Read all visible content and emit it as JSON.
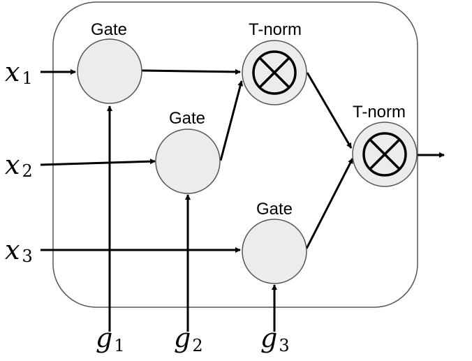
{
  "labels": {
    "gate": "Gate",
    "tnorm": "T-norm"
  },
  "inputs": [
    {
      "var": "x",
      "sub": "1"
    },
    {
      "var": "x",
      "sub": "2"
    },
    {
      "var": "x",
      "sub": "3"
    }
  ],
  "gate_inputs": [
    {
      "var": "g",
      "sub": "1"
    },
    {
      "var": "g",
      "sub": "2"
    },
    {
      "var": "g",
      "sub": "3"
    }
  ],
  "colors": {
    "node_fill": "#ececec",
    "node_stroke": "#555555",
    "container_stroke": "#555555",
    "edge": "#000000"
  },
  "icons": {
    "tnorm_symbol": "circled-times-icon"
  }
}
